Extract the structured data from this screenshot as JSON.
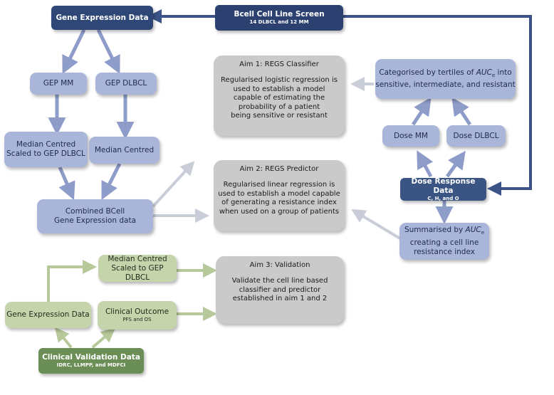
{
  "nodes": {
    "gene_expression_data": "Gene Expression Data",
    "bcell_screen": {
      "title": "Bcell Cell Line Screen",
      "sub": "14 DLBCL and 12 MM"
    },
    "gep_mm": "GEP MM",
    "gep_dlbcl": "GEP DLBCL",
    "median_centred_scaled": {
      "line1": "Median Centred",
      "line2": "Scaled  to GEP DLBCL"
    },
    "median_centred": "Median Centred",
    "combined_bcell": {
      "line1": "Combined BCell",
      "line2": "Gene Expression data"
    },
    "aim1": {
      "title": "Aim 1: REGS Classifier",
      "lines": [
        "Regularised logistic regression is",
        "used to establish a model",
        "capable of estimating the",
        "probability of a patient",
        "being sensitive or resistant"
      ]
    },
    "aim2": {
      "title": "Aim 2: REGS Predictor",
      "lines": [
        "Regularised linear regression is",
        "used to establish a model  capable",
        "of generating a  resistance index",
        "when used on a group of patients"
      ]
    },
    "aim3": {
      "title": "Aim 3: Validation",
      "lines": [
        "Validate the cell line based",
        "classifier and predictor",
        "established in aim 1 and 2"
      ]
    },
    "categorised": {
      "line1a": "Categorised by tertiles of ",
      "auc": "AUC",
      "auc_sub": "e",
      "line1b": " into",
      "line2": "sensitive, intermediate, and resistant"
    },
    "dose_mm": "Dose MM",
    "dose_dlbcl": "Dose DLBCL",
    "dose_response": {
      "title": "Dose Response Data",
      "sub": "C, H, and O"
    },
    "summarised": {
      "line1a": "Summarised by ",
      "auc": "AUC",
      "auc_sub": "e",
      "line2": "creating a cell line",
      "line3": "resistance index"
    },
    "median_centred_scaled_green": {
      "line1": "Median Centred",
      "line2": "Scaled  to GEP DLBCL"
    },
    "gene_expression_data_green": "Gene Expression Data",
    "clinical_outcome": {
      "title": "Clinical Outcome",
      "sub": "PFS and OS"
    },
    "clinical_validation": {
      "title": "Clinical Validation Data",
      "sub": "IDRC, LLMPP, and MDFCI"
    }
  },
  "colors": {
    "blue_arrow": "#8e9cc9",
    "dark_blue_arrow": "#3b5487",
    "grey_arrow": "#c8cdd8",
    "green_arrow": "#b7c99a"
  }
}
